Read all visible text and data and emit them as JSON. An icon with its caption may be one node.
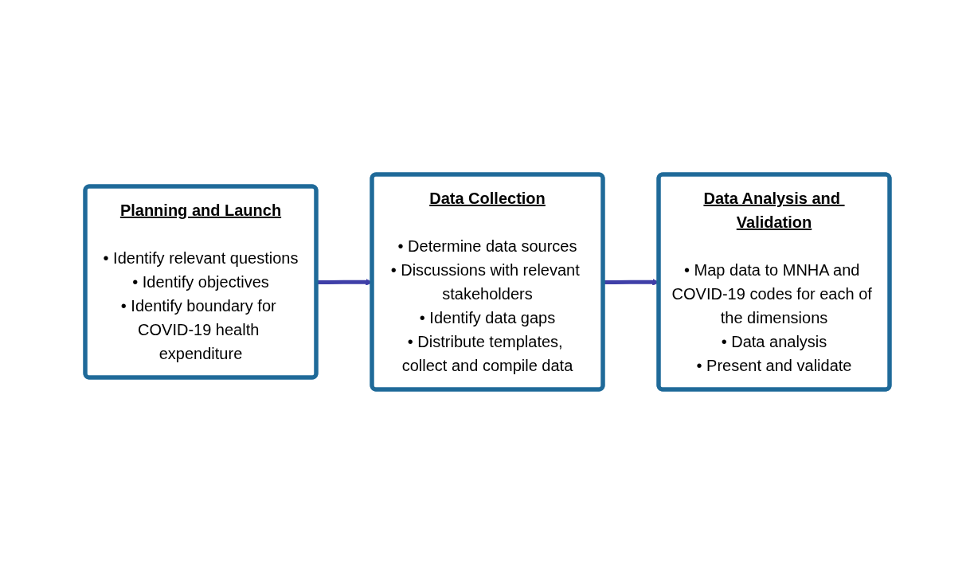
{
  "diagram": {
    "nodes": [
      {
        "text": [
          "Planning and Launch",
          "• Identify relevant questions",
          "• Identify objectives",
          "• Identify boundary for COVID-19 health expenditure"
        ]
      },
      {
        "text": [
          "Data Collection",
          "• Determine data sources",
          "• Discussions with relevant stakeholders",
          "• Identify data gaps",
          "• Distribute templates, collect and compile data"
        ]
      },
      {
        "text": [
          "Data Analysis and Validation",
          "• Map data to MNHA and COVID-19 codes for each of the dimensions",
          "• Data analysis",
          "• Present and validate"
        ]
      }
    ],
    "edges": [
      {
        "from": 0,
        "to": 1,
        "arrow": "to"
      },
      {
        "from": 1,
        "to": 2,
        "arrow": "to"
      }
    ]
  }
}
